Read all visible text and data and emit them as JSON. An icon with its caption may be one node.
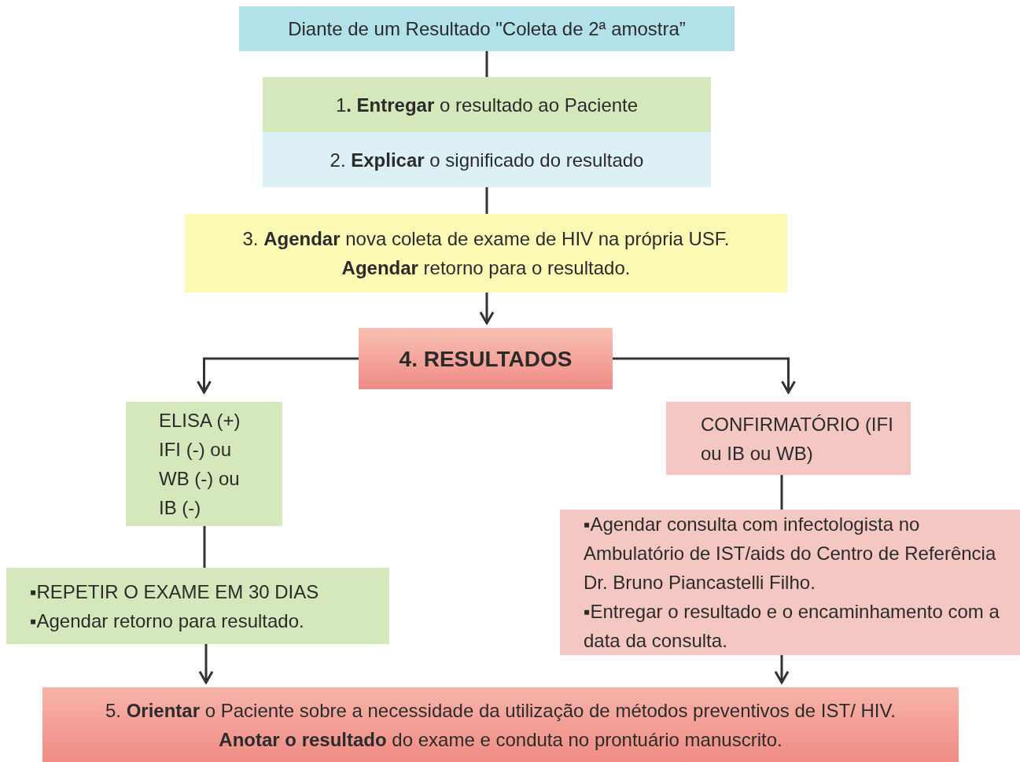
{
  "diagram": {
    "nodes": [
      {
        "text": [
          "Diante de um Resultado \"Coleta de 2ª amostra”"
        ]
      },
      {
        "text": [
          "1**. Entregar** o resultado ao Paciente"
        ]
      },
      {
        "text": [
          "2. **Explicar** o significado do resultado"
        ]
      },
      {
        "text": [
          "3. **Agendar** nova coleta de exame de HIV na própria USF.",
          "**Agendar** retorno para o resultado."
        ]
      },
      {
        "text": [
          "4. RESULTADOS"
        ]
      },
      {
        "text": [
          "ELISA (+)",
          "IFI (-) ou",
          "WB (-) ou",
          "IB (-)"
        ]
      },
      {
        "text": [
          "CONFIRMATÓRIO (IFI ou IB ou WB)"
        ]
      },
      {
        "text": [
          "▪REPETIR O EXAME EM 30 DIAS",
          "▪Agendar retorno para resultado."
        ]
      },
      {
        "text": [
          "▪Agendar consulta com infectologista no Ambulatório de IST/aids do Centro de Referência Dr. Bruno Piancastelli Filho.",
          "▪Entregar o resultado e o encaminhamento com a data da consulta."
        ]
      },
      {
        "text": [
          "5. **Orientar** o Paciente sobre a necessidade da utilização de métodos preventivos de IST/ HIV.",
          "**Anotar o resultado** do exame e conduta no prontuário manuscrito."
        ]
      }
    ],
    "edges": [
      {
        "from": 0,
        "to": 1,
        "arrow": "none"
      },
      {
        "from": 2,
        "to": 3,
        "arrow": "none"
      },
      {
        "from": 3,
        "to": 4,
        "arrow": "to"
      },
      {
        "from": 4,
        "to": 5,
        "arrow": "to"
      },
      {
        "from": 4,
        "to": 6,
        "arrow": "to"
      },
      {
        "from": 5,
        "to": 7,
        "arrow": "none"
      },
      {
        "from": 6,
        "to": 8,
        "arrow": "none"
      },
      {
        "from": 7,
        "to": 9,
        "arrow": "to"
      },
      {
        "from": 8,
        "to": 9,
        "arrow": "to"
      }
    ]
  }
}
